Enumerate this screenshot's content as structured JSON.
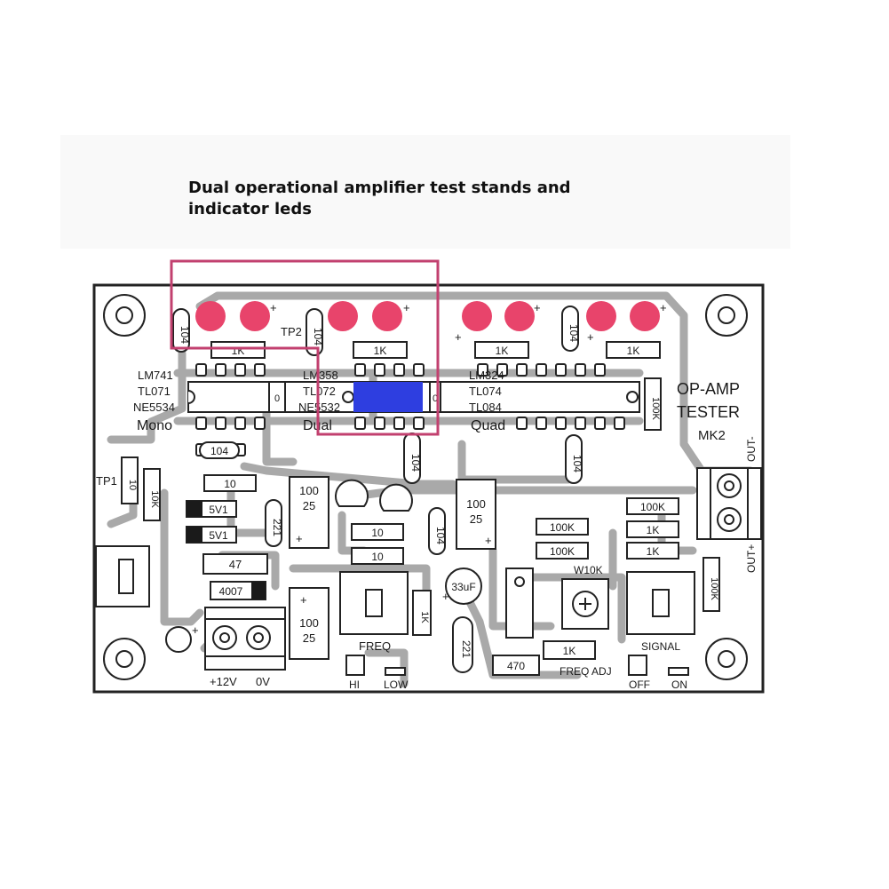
{
  "caption": {
    "line1": "Dual operational amplifier test stands and",
    "line2": "indicator leds"
  },
  "colors": {
    "trace": "#a9a9a9",
    "led": "#e8446b",
    "highlight_box": "#c2406f",
    "socket_highlight": "#2e3ee0",
    "silkscreen": "#1a1a1a"
  },
  "board": {
    "title": "OP-AMP",
    "title2": "TESTER",
    "model": "MK2",
    "ic_groups": {
      "mono": [
        "LM741",
        "TL071",
        "NE5534",
        "Mono"
      ],
      "dual": [
        "LM358",
        "TL072",
        "NE5532",
        "Dual"
      ],
      "quad": [
        "LM324",
        "TL074",
        "TL084",
        "Quad"
      ]
    },
    "test_points": [
      "TP1",
      "TP2"
    ],
    "capacitor_labels": [
      "104",
      "104",
      "104",
      "104",
      "104",
      "104",
      "221"
    ],
    "resistor_labels": [
      "1K",
      "1K",
      "1K",
      "1K",
      "100K",
      "10",
      "10K",
      "10",
      "10",
      "10",
      "47",
      "100K",
      "100K",
      "100K",
      "1K",
      "1K",
      "1K",
      "1K",
      "100K",
      "470"
    ],
    "zener_labels": [
      "5V1",
      "5V1"
    ],
    "diode_label": "4007",
    "electrolytic_caps": [
      {
        "value": "100",
        "voltage": "25"
      },
      {
        "value": "100",
        "voltage": "25"
      },
      {
        "value": "100",
        "voltage": "25"
      },
      {
        "value": "33uF",
        "voltage": ""
      }
    ],
    "trimmer": "W10K",
    "labels": {
      "freq": "FREQ",
      "hi": "HI",
      "low": "LOW",
      "freq_adj": "FREQ ADJ",
      "signal": "SIGNAL",
      "off": "OFF",
      "on": "ON",
      "power_pos": "+12V",
      "power_gnd": "0V",
      "out_neg": "OUT-",
      "out_pos": "OUT+",
      "plus": "+",
      "ic_mark": "0"
    }
  }
}
